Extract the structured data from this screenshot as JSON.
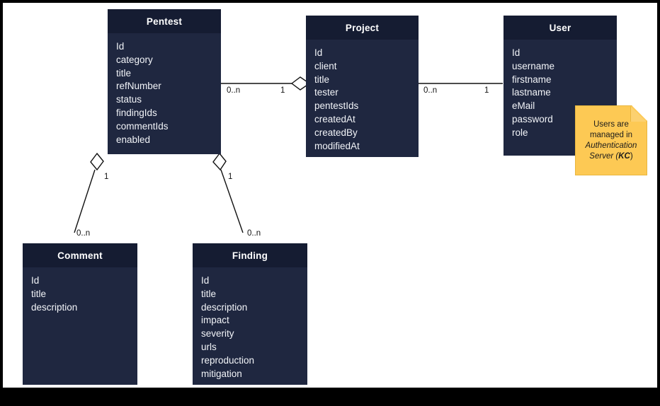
{
  "diagram": {
    "title": "UML class diagram",
    "canvas_background": "#ffffff",
    "frame_color": "#000000",
    "class_fill": "#1f2740",
    "class_header_fill": "#151c32",
    "class_text_color": "#f2f4f8",
    "note_fill": "#fdc954",
    "edge_color": "#111111"
  },
  "classes": {
    "pentest": {
      "name": "Pentest",
      "attributes": [
        "Id",
        "category",
        "title",
        "refNumber",
        "status",
        "findingIds",
        "commentIds",
        "enabled"
      ]
    },
    "project": {
      "name": "Project",
      "attributes": [
        "Id",
        "client",
        "title",
        "tester",
        "pentestIds",
        "createdAt",
        "createdBy",
        "modifiedAt"
      ]
    },
    "user": {
      "name": "User",
      "attributes": [
        "Id",
        "username",
        "firstname",
        "lastname",
        "eMail",
        "password",
        "role"
      ]
    },
    "comment": {
      "name": "Comment",
      "attributes": [
        "Id",
        "title",
        "description"
      ]
    },
    "finding": {
      "name": "Finding",
      "attributes": [
        "Id",
        "title",
        "description",
        "impact",
        "severity",
        "urls",
        "reproduction",
        "mitigation"
      ]
    }
  },
  "note": {
    "line1": "Users are",
    "line2": "managed in",
    "line3": "Authentication",
    "line4_prefix": "Server (",
    "line4_bold": "KC",
    "line4_suffix": ")"
  },
  "associations": [
    {
      "id": "pentest-project",
      "from": "Pentest",
      "to": "Project",
      "from_multiplicity": "0..n",
      "to_multiplicity": "1",
      "to_marker": "aggregation-diamond"
    },
    {
      "id": "project-user",
      "from": "Project",
      "to": "User",
      "from_multiplicity": "0..n",
      "to_multiplicity": "1",
      "to_marker": "none"
    },
    {
      "id": "pentest-comment",
      "from": "Pentest",
      "to": "Comment",
      "from_multiplicity": "1",
      "to_multiplicity": "0..n",
      "from_marker": "aggregation-diamond"
    },
    {
      "id": "pentest-finding",
      "from": "Pentest",
      "to": "Finding",
      "from_multiplicity": "1",
      "to_multiplicity": "0..n",
      "from_marker": "aggregation-diamond"
    }
  ]
}
